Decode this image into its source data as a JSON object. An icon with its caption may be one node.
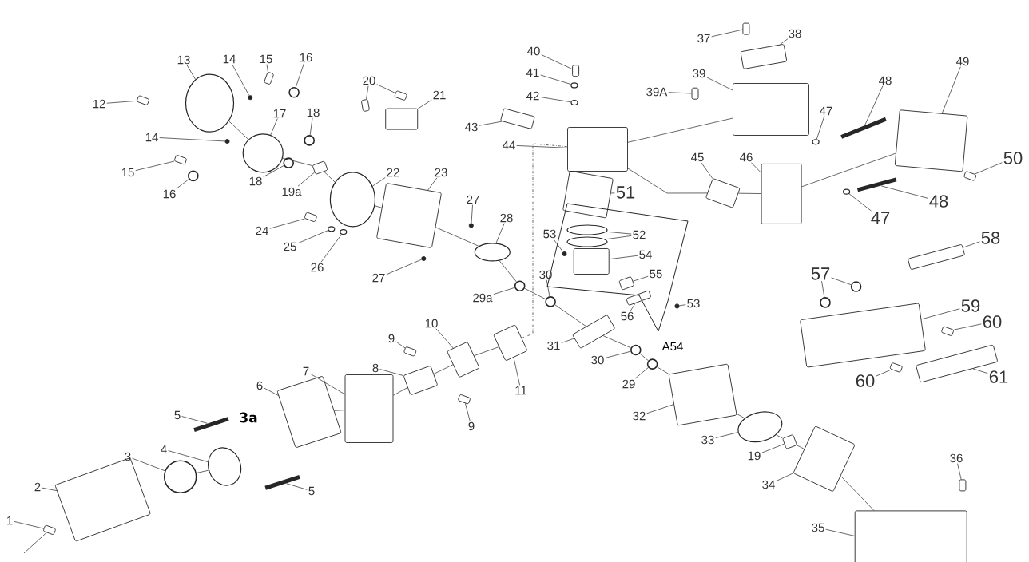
{
  "diagram": {
    "nodes": [
      {
        "text": [
          "1"
        ]
      },
      {
        "text": [
          "2"
        ]
      },
      {
        "text": [
          "3"
        ]
      },
      {
        "text": [
          "4"
        ]
      },
      {
        "text": [
          "5"
        ]
      },
      {
        "text": [
          "5"
        ]
      },
      {
        "text": [
          "6"
        ]
      },
      {
        "text": [
          "7"
        ]
      },
      {
        "text": [
          "8"
        ]
      },
      {
        "text": [
          "9"
        ]
      },
      {
        "text": [
          "9"
        ]
      },
      {
        "text": [
          "10"
        ]
      },
      {
        "text": [
          "11"
        ]
      },
      {
        "text": [
          "12"
        ]
      },
      {
        "text": [
          "13"
        ]
      },
      {
        "text": [
          "14"
        ]
      },
      {
        "text": [
          "14"
        ]
      },
      {
        "text": [
          "15"
        ]
      },
      {
        "text": [
          "15"
        ]
      },
      {
        "text": [
          "16"
        ]
      },
      {
        "text": [
          "16"
        ]
      },
      {
        "text": [
          "17"
        ]
      },
      {
        "text": [
          "18"
        ]
      },
      {
        "text": [
          "18"
        ]
      },
      {
        "text": [
          "19a"
        ]
      },
      {
        "text": [
          "20"
        ]
      },
      {
        "text": [
          "21"
        ]
      },
      {
        "text": [
          "22"
        ]
      },
      {
        "text": [
          "23"
        ]
      },
      {
        "text": [
          "24"
        ]
      },
      {
        "text": [
          "25"
        ]
      },
      {
        "text": [
          "26"
        ]
      },
      {
        "text": [
          "27"
        ]
      },
      {
        "text": [
          "27"
        ]
      },
      {
        "text": [
          "28"
        ]
      },
      {
        "text": [
          "29a"
        ]
      },
      {
        "text": [
          "30"
        ]
      },
      {
        "text": [
          "31"
        ]
      },
      {
        "text": [
          "30"
        ]
      },
      {
        "text": [
          "29"
        ]
      },
      {
        "text": [
          "32"
        ]
      },
      {
        "text": [
          "33"
        ]
      },
      {
        "text": [
          "19"
        ]
      },
      {
        "text": [
          "34"
        ]
      },
      {
        "text": [
          "35"
        ]
      },
      {
        "text": [
          "36"
        ]
      },
      {
        "text": [
          "37"
        ]
      },
      {
        "text": [
          "38"
        ]
      },
      {
        "text": [
          "39"
        ]
      },
      {
        "text": [
          "39A"
        ]
      },
      {
        "text": [
          "40"
        ]
      },
      {
        "text": [
          "41"
        ]
      },
      {
        "text": [
          "42"
        ]
      },
      {
        "text": [
          "43"
        ]
      },
      {
        "text": [
          "44"
        ]
      },
      {
        "text": [
          "45"
        ]
      },
      {
        "text": [
          "46"
        ]
      },
      {
        "text": [
          "47"
        ]
      },
      {
        "text": [
          "48"
        ]
      },
      {
        "text": [
          "49"
        ]
      },
      {
        "text": [
          "50"
        ]
      },
      {
        "text": [
          "47"
        ]
      },
      {
        "text": [
          "48"
        ]
      },
      {
        "text": [
          "51"
        ]
      },
      {
        "text": [
          "52"
        ]
      },
      {
        "text": [
          "53"
        ]
      },
      {
        "text": [
          "53"
        ]
      },
      {
        "text": [
          "54"
        ]
      },
      {
        "text": [
          "55"
        ]
      },
      {
        "text": [
          "56"
        ]
      },
      {
        "text": [
          "57"
        ]
      },
      {
        "text": [
          "58"
        ]
      },
      {
        "text": [
          "59"
        ]
      },
      {
        "text": [
          "60"
        ]
      },
      {
        "text": [
          "60"
        ]
      },
      {
        "text": [
          "61"
        ]
      },
      {
        "text": [],
        "shape": "box"
      },
      {
        "text": [],
        "shape": "box"
      },
      {
        "text": [],
        "shape": "circle"
      },
      {
        "text": [],
        "shape": "ellipse"
      },
      {
        "text": [],
        "shape": "bar"
      },
      {
        "text": [],
        "shape": "bar"
      },
      {
        "text": [],
        "shape": "box"
      },
      {
        "text": [],
        "shape": "box"
      },
      {
        "text": [],
        "shape": "box"
      },
      {
        "text": [],
        "shape": "box"
      },
      {
        "text": [],
        "shape": "box"
      },
      {
        "text": [],
        "shape": "box"
      },
      {
        "text": [],
        "shape": "box"
      },
      {
        "text": [],
        "shape": "box"
      },
      {
        "text": [],
        "shape": "ellipse"
      },
      {
        "text": [],
        "shape": "box"
      },
      {
        "text": [],
        "shape": "box"
      },
      {
        "text": [],
        "shape": "box"
      },
      {
        "text": [],
        "shape": "box"
      },
      {
        "text": [],
        "shape": "circle"
      },
      {
        "text": [],
        "shape": "circle"
      },
      {
        "text": [],
        "shape": "ellipse"
      },
      {
        "text": [],
        "shape": "circle"
      },
      {
        "text": [],
        "shape": "circle"
      },
      {
        "text": [],
        "shape": "box"
      },
      {
        "text": [],
        "shape": "box"
      },
      {
        "text": [],
        "shape": "box"
      },
      {
        "text": [],
        "shape": "box"
      },
      {
        "text": [],
        "shape": "ellipse"
      },
      {
        "text": [],
        "shape": "box"
      },
      {
        "text": [],
        "shape": "box"
      },
      {
        "text": [],
        "shape": "ellipse"
      },
      {
        "text": [],
        "shape": "ellipse"
      },
      {
        "text": [],
        "shape": "box"
      },
      {
        "text": [],
        "shape": "box"
      },
      {
        "text": [],
        "shape": "ellipse"
      },
      {
        "text": [],
        "shape": "circle"
      },
      {
        "text": [],
        "shape": "circle"
      },
      {
        "text": [],
        "shape": "box"
      },
      {
        "text": [],
        "shape": "circle"
      },
      {
        "text": [],
        "shape": "circle"
      },
      {
        "text": [],
        "shape": "box"
      },
      {
        "text": [],
        "shape": "ellipse"
      },
      {
        "text": [],
        "shape": "box"
      },
      {
        "text": [],
        "shape": "box"
      },
      {
        "text": [],
        "shape": "box"
      },
      {
        "text": [],
        "shape": "box"
      },
      {
        "text": [],
        "shape": "box"
      },
      {
        "text": [],
        "shape": "box"
      },
      {
        "text": [],
        "shape": "box"
      },
      {
        "text": [],
        "shape": "box"
      },
      {
        "text": [],
        "shape": "box"
      },
      {
        "text": [],
        "shape": "ellipse"
      },
      {
        "text": [],
        "shape": "ellipse"
      },
      {
        "text": [],
        "shape": "box"
      },
      {
        "text": [],
        "shape": "box"
      },
      {
        "text": [],
        "shape": "box"
      },
      {
        "text": [],
        "shape": "box"
      },
      {
        "text": [],
        "shape": "ellipse"
      },
      {
        "text": [],
        "shape": "bar"
      },
      {
        "text": [],
        "shape": "box"
      },
      {
        "text": [],
        "shape": "box"
      },
      {
        "text": [],
        "shape": "ellipse"
      },
      {
        "text": [],
        "shape": "bar"
      },
      {
        "text": [],
        "shape": "box"
      },
      {
        "text": [],
        "shape": "ellipse"
      },
      {
        "text": [],
        "shape": "ellipse"
      },
      {
        "text": [],
        "shape": "box"
      },
      {
        "text": [],
        "shape": "box"
      },
      {
        "text": [],
        "shape": "box"
      },
      {
        "text": [],
        "shape": "box"
      },
      {
        "text": [],
        "shape": "box"
      },
      {
        "text": [],
        "shape": "circle"
      },
      {
        "text": [],
        "shape": "circle"
      },
      {
        "text": [],
        "shape": "box"
      },
      {
        "text": [],
        "shape": "box"
      },
      {
        "text": [],
        "shape": "box"
      },
      {
        "text": [],
        "shape": "box"
      },
      {
        "text": [],
        "shape": "box"
      }
    ],
    "edges": [
      {
        "from": 0,
        "to": 76,
        "arrow": "none"
      },
      {
        "from": 1,
        "to": 77,
        "arrow": "none"
      },
      {
        "from": 2,
        "to": 78,
        "arrow": "none"
      },
      {
        "from": 3,
        "to": 79,
        "arrow": "none"
      },
      {
        "from": 4,
        "to": 80,
        "arrow": "none"
      },
      {
        "from": 5,
        "to": 81,
        "arrow": "none"
      },
      {
        "from": 6,
        "to": 82,
        "arrow": "none"
      },
      {
        "from": 7,
        "to": 83,
        "arrow": "none"
      },
      {
        "from": 8,
        "to": 84,
        "arrow": "none"
      },
      {
        "from": 9,
        "to": 85,
        "arrow": "none"
      },
      {
        "from": 10,
        "to": 86,
        "arrow": "none"
      },
      {
        "from": 11,
        "to": 87,
        "arrow": "none"
      },
      {
        "from": 12,
        "to": 88,
        "arrow": "none"
      },
      {
        "from": 13,
        "to": 89,
        "arrow": "none"
      },
      {
        "from": 14,
        "to": 90,
        "arrow": "none"
      },
      {
        "from": 15,
        "to": 91,
        "arrow": "none"
      },
      {
        "from": 16,
        "to": 92,
        "arrow": "none"
      },
      {
        "from": 17,
        "to": 93,
        "arrow": "none"
      },
      {
        "from": 18,
        "to": 94,
        "arrow": "none"
      },
      {
        "from": 19,
        "to": 95,
        "arrow": "none"
      },
      {
        "from": 20,
        "to": 96,
        "arrow": "none"
      },
      {
        "from": 21,
        "to": 97,
        "arrow": "none"
      },
      {
        "from": 22,
        "to": 98,
        "arrow": "none"
      },
      {
        "from": 23,
        "to": 99,
        "arrow": "none"
      },
      {
        "from": 24,
        "to": 100,
        "arrow": "none"
      },
      {
        "from": 25,
        "to": 101,
        "arrow": "none"
      },
      {
        "from": 25,
        "to": 102,
        "arrow": "none"
      },
      {
        "from": 26,
        "to": 103,
        "arrow": "none"
      },
      {
        "from": 27,
        "to": 104,
        "arrow": "none"
      },
      {
        "from": 28,
        "to": 105,
        "arrow": "none"
      },
      {
        "from": 29,
        "to": 106,
        "arrow": "none"
      },
      {
        "from": 30,
        "to": 107,
        "arrow": "none"
      },
      {
        "from": 31,
        "to": 108,
        "arrow": "none"
      },
      {
        "from": 32,
        "to": 109,
        "arrow": "none"
      },
      {
        "from": 33,
        "to": 110,
        "arrow": "none"
      },
      {
        "from": 34,
        "to": 111,
        "arrow": "none"
      },
      {
        "from": 35,
        "to": 112,
        "arrow": "none"
      },
      {
        "from": 36,
        "to": 113,
        "arrow": "none"
      },
      {
        "from": 37,
        "to": 114,
        "arrow": "none"
      },
      {
        "from": 38,
        "to": 115,
        "arrow": "none"
      },
      {
        "from": 39,
        "to": 116,
        "arrow": "none"
      },
      {
        "from": 40,
        "to": 117,
        "arrow": "none"
      },
      {
        "from": 41,
        "to": 118,
        "arrow": "none"
      },
      {
        "from": 42,
        "to": 119,
        "arrow": "none"
      },
      {
        "from": 43,
        "to": 120,
        "arrow": "none"
      },
      {
        "from": 44,
        "to": 121,
        "arrow": "none"
      },
      {
        "from": 45,
        "to": 122,
        "arrow": "none"
      },
      {
        "from": 46,
        "to": 123,
        "arrow": "none"
      },
      {
        "from": 47,
        "to": 124,
        "arrow": "none"
      },
      {
        "from": 48,
        "to": 125,
        "arrow": "none"
      },
      {
        "from": 49,
        "to": 126,
        "arrow": "none"
      },
      {
        "from": 50,
        "to": 127,
        "arrow": "none"
      },
      {
        "from": 51,
        "to": 128,
        "arrow": "none"
      },
      {
        "from": 52,
        "to": 129,
        "arrow": "none"
      },
      {
        "from": 53,
        "to": 130,
        "arrow": "none"
      },
      {
        "from": 54,
        "to": 131,
        "arrow": "none"
      },
      {
        "from": 55,
        "to": 132,
        "arrow": "none"
      },
      {
        "from": 56,
        "to": 133,
        "arrow": "none"
      },
      {
        "from": 57,
        "to": 134,
        "arrow": "none"
      },
      {
        "from": 58,
        "to": 135,
        "arrow": "none"
      },
      {
        "from": 59,
        "to": 136,
        "arrow": "none"
      },
      {
        "from": 60,
        "to": 137,
        "arrow": "none"
      },
      {
        "from": 61,
        "to": 138,
        "arrow": "none"
      },
      {
        "from": 62,
        "to": 139,
        "arrow": "none"
      },
      {
        "from": 63,
        "to": 140,
        "arrow": "none"
      },
      {
        "from": 64,
        "to": 141,
        "arrow": "none"
      },
      {
        "from": 64,
        "to": 142,
        "arrow": "none"
      },
      {
        "from": 65,
        "to": 143,
        "arrow": "none"
      },
      {
        "from": 66,
        "to": 144,
        "arrow": "none"
      },
      {
        "from": 67,
        "to": 145,
        "arrow": "none"
      },
      {
        "from": 68,
        "to": 146,
        "arrow": "none"
      },
      {
        "from": 69,
        "to": 147,
        "arrow": "none"
      },
      {
        "from": 70,
        "to": 148,
        "arrow": "none"
      },
      {
        "from": 70,
        "to": 149,
        "arrow": "none"
      },
      {
        "from": 71,
        "to": 150,
        "arrow": "none"
      },
      {
        "from": 72,
        "to": 151,
        "arrow": "none"
      },
      {
        "from": 73,
        "to": 152,
        "arrow": "none"
      },
      {
        "from": 74,
        "to": 153,
        "arrow": "none"
      },
      {
        "from": 75,
        "to": 154,
        "arrow": "none"
      },
      {
        "from": 78,
        "to": 79,
        "arrow": "none"
      },
      {
        "from": 82,
        "to": 83,
        "arrow": "none"
      },
      {
        "from": 83,
        "to": 84,
        "arrow": "none"
      },
      {
        "from": 84,
        "to": 87,
        "arrow": "none"
      },
      {
        "from": 87,
        "to": 88,
        "arrow": "none"
      },
      {
        "from": 90,
        "to": 97,
        "arrow": "none"
      },
      {
        "from": 97,
        "to": 100,
        "arrow": "none"
      },
      {
        "from": 100,
        "to": 104,
        "arrow": "none"
      },
      {
        "from": 104,
        "to": 105,
        "arrow": "none"
      },
      {
        "from": 105,
        "to": 111,
        "arrow": "none"
      },
      {
        "from": 111,
        "to": 112,
        "arrow": "none"
      },
      {
        "from": 112,
        "to": 113,
        "arrow": "none"
      },
      {
        "from": 113,
        "to": 114,
        "arrow": "none"
      },
      {
        "from": 114,
        "to": 115,
        "arrow": "none"
      },
      {
        "from": 115,
        "to": 116,
        "arrow": "none"
      },
      {
        "from": 116,
        "to": 117,
        "arrow": "none"
      },
      {
        "from": 117,
        "to": 118,
        "arrow": "none"
      },
      {
        "from": 118,
        "to": 119,
        "arrow": "none"
      },
      {
        "from": 119,
        "to": 120,
        "arrow": "none"
      },
      {
        "from": 120,
        "to": 121,
        "arrow": "none"
      },
      {
        "from": 88,
        "to": 131,
        "arrow": "none",
        "style": "dashed"
      },
      {
        "from": 131,
        "to": 125,
        "arrow": "none"
      },
      {
        "from": 131,
        "to": 132,
        "arrow": "none"
      },
      {
        "from": 133,
        "to": 136,
        "arrow": "none"
      },
      {
        "from": null,
        "to": 76,
        "arrow": "none"
      },
      {
        "from": 132,
        "to": 133,
        "arrow": "none"
      }
    ],
    "labels": [
      "3a",
      "A54"
    ]
  }
}
